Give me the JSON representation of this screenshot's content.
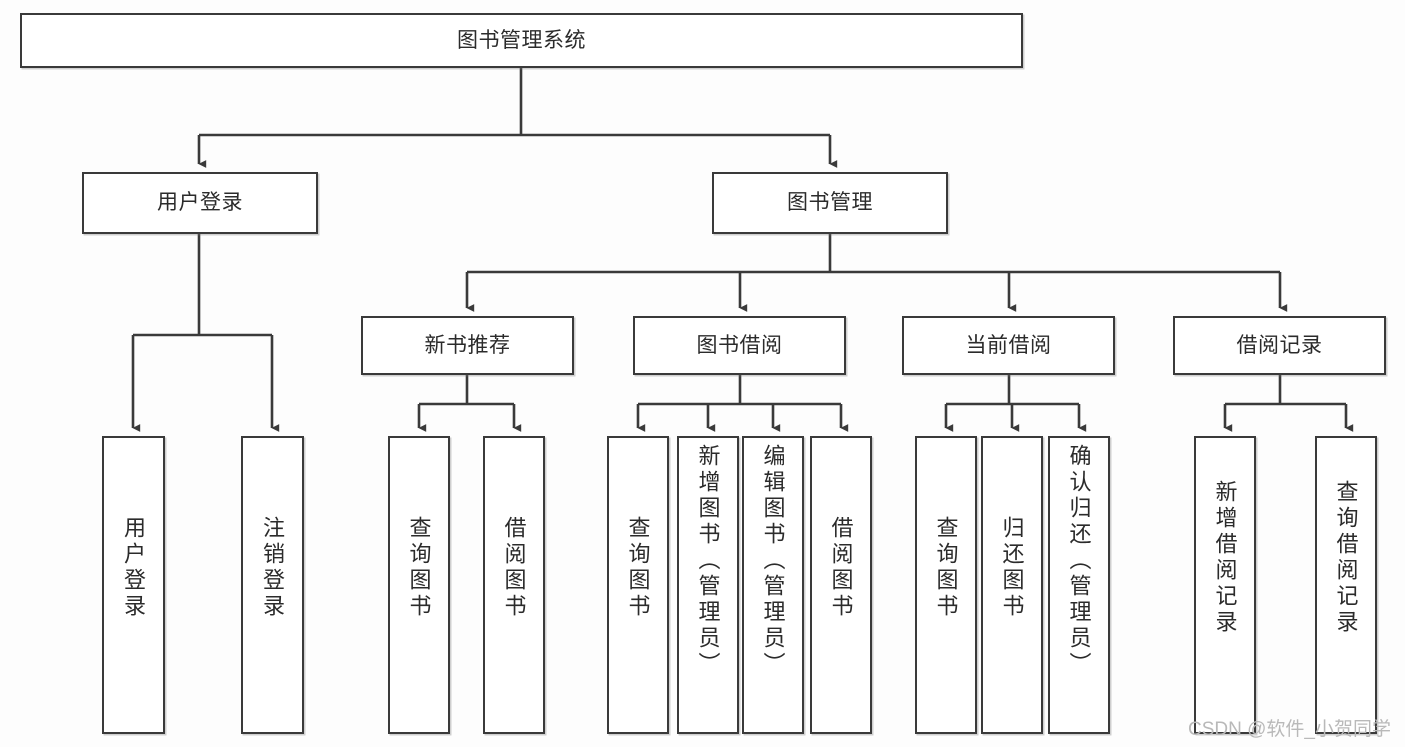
{
  "diagram": {
    "type": "tree-hierarchy-chart",
    "title": "图书管理系统",
    "colors": {
      "background": "#fdfdfd",
      "node_border": "#3a3a3a",
      "node_fill": "#ffffff",
      "edge": "#3a3a3a",
      "text": "#2b2b2b",
      "watermark": "#b9b9b9"
    },
    "nodes": {
      "root": {
        "label": "图书管理系统",
        "level": 0,
        "orientation": "horizontal"
      },
      "level1": [
        {
          "id": "user-login",
          "label": "用户登录",
          "orientation": "horizontal"
        },
        {
          "id": "book-management",
          "label": "图书管理",
          "orientation": "horizontal"
        }
      ],
      "level2": [
        {
          "id": "new-book-recommend",
          "label": "新书推荐",
          "orientation": "horizontal",
          "parent": "book-management"
        },
        {
          "id": "book-borrow",
          "label": "图书借阅",
          "orientation": "horizontal",
          "parent": "book-management"
        },
        {
          "id": "current-borrow",
          "label": "当前借阅",
          "orientation": "horizontal",
          "parent": "book-management"
        },
        {
          "id": "borrow-record",
          "label": "借阅记录",
          "orientation": "horizontal",
          "parent": "book-management"
        }
      ],
      "leaves": [
        {
          "id": "leaf-user-login",
          "label": "用户登录",
          "parent": "user-login"
        },
        {
          "id": "leaf-user-logout",
          "label": "注销登录",
          "parent": "user-login"
        },
        {
          "id": "leaf-query-book-1",
          "label": "查询图书",
          "parent": "new-book-recommend"
        },
        {
          "id": "leaf-borrow-book-1",
          "label": "借阅图书",
          "parent": "new-book-recommend"
        },
        {
          "id": "leaf-query-book-2",
          "label": "查询图书",
          "parent": "book-borrow"
        },
        {
          "id": "leaf-add-book",
          "label": "新增图书（管理员）",
          "parent": "book-borrow"
        },
        {
          "id": "leaf-edit-book",
          "label": "编辑图书（管理员）",
          "parent": "book-borrow"
        },
        {
          "id": "leaf-borrow-book-2",
          "label": "借阅图书",
          "parent": "book-borrow"
        },
        {
          "id": "leaf-query-book-3",
          "label": "查询图书",
          "parent": "current-borrow"
        },
        {
          "id": "leaf-return-book",
          "label": "归还图书",
          "parent": "current-borrow"
        },
        {
          "id": "leaf-confirm-return",
          "label": "确认归还（管理员）",
          "parent": "current-borrow"
        },
        {
          "id": "leaf-add-record",
          "label": "新增借阅记录",
          "parent": "borrow-record"
        },
        {
          "id": "leaf-query-record",
          "label": "查询借阅记录",
          "parent": "borrow-record"
        }
      ]
    },
    "watermark": "CSDN @软件_小贺同学"
  }
}
